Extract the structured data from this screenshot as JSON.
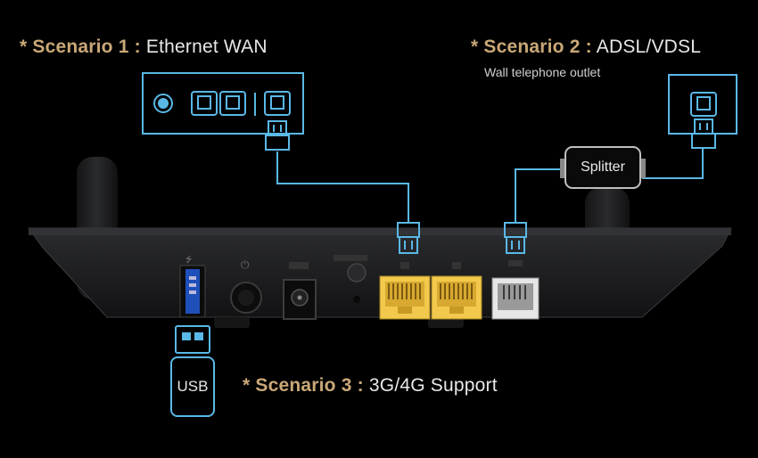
{
  "scenario1": {
    "prefix": "* Scenario 1 :",
    "text": "Ethernet WAN"
  },
  "scenario2": {
    "prefix": "* Scenario 2 :",
    "text": "ADSL/VDSL",
    "sub": "Wall telephone outlet"
  },
  "scenario3": {
    "prefix": "* Scenario 3 :",
    "text": "3G/4G Support"
  },
  "splitter_label": "Splitter",
  "usb_label": "USB",
  "colors": {
    "accent_gold": "#c9a877",
    "cable_blue": "#5ab8e6",
    "lan_yellow": "#f2c94c",
    "router_body": "#1d1e20"
  }
}
